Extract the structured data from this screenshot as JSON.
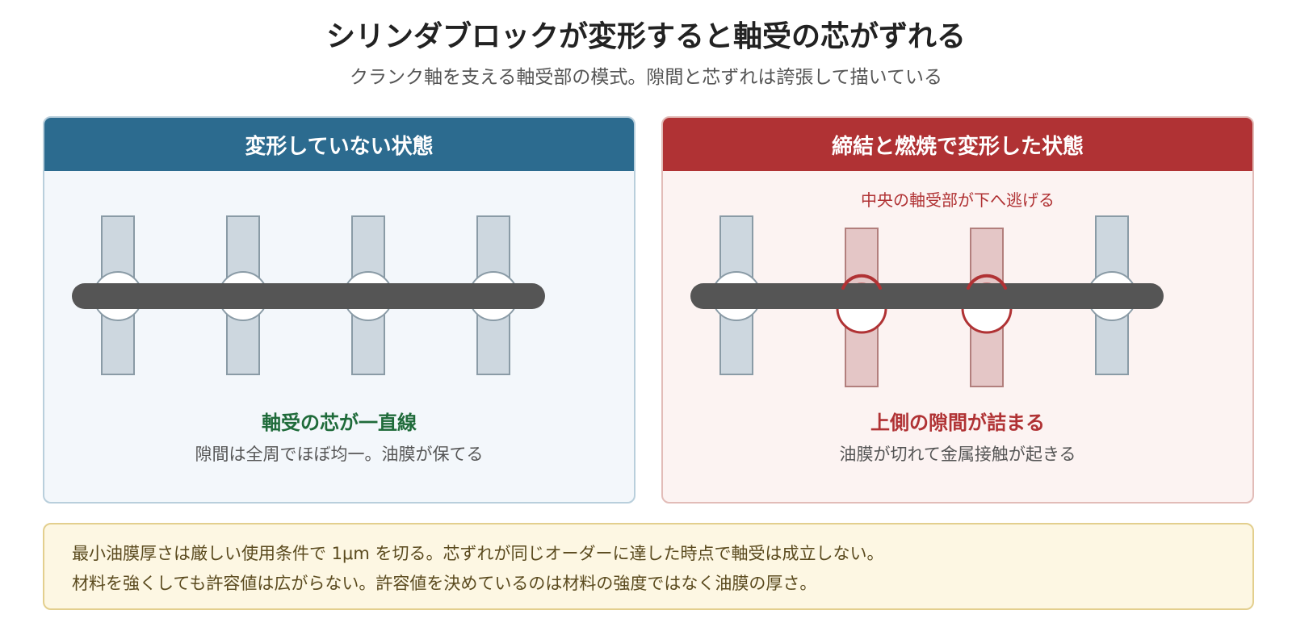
{
  "title": "シリンダブロックが変形すると軸受の芯がずれる",
  "subtitle": "クランク軸を支える軸受部の模式。隙間と芯ずれは誇張して描いている",
  "panels": [
    {
      "header": "変形していない状態",
      "note": "",
      "caption_head": "軸受の芯が一直線",
      "caption_body": "隙間は全周でほぼ均一。油膜が保てる",
      "bearings": [
        {
          "offset": 0,
          "contact": false
        },
        {
          "offset": 0,
          "contact": false
        },
        {
          "offset": 0,
          "contact": false
        },
        {
          "offset": 0,
          "contact": false
        }
      ]
    },
    {
      "header": "締結と燃焼で変形した状態",
      "note": "中央の軸受部が下へ逃げる",
      "caption_head": "上側の隙間が詰まる",
      "caption_body": "油膜が切れて金属接触が起きる",
      "bearings": [
        {
          "offset": 0,
          "contact": false
        },
        {
          "offset": 1,
          "contact": true
        },
        {
          "offset": 1,
          "contact": true
        },
        {
          "offset": 0,
          "contact": false
        }
      ]
    }
  ],
  "footer": {
    "line1": "最小油膜厚さは厳しい使用条件で 1μm を切る。芯ずれが同じオーダーに達した時点で軸受は成立しない。",
    "line2": "材料を強くしても許容値は広がらない。許容値を決めているのは材料の強度ではなく油膜の厚さ。"
  },
  "colors": {
    "normal_header": "#2c6b8f",
    "deformed_header": "#b03234",
    "caption_ok": "#1f6b3a",
    "shaft": "#555555"
  }
}
